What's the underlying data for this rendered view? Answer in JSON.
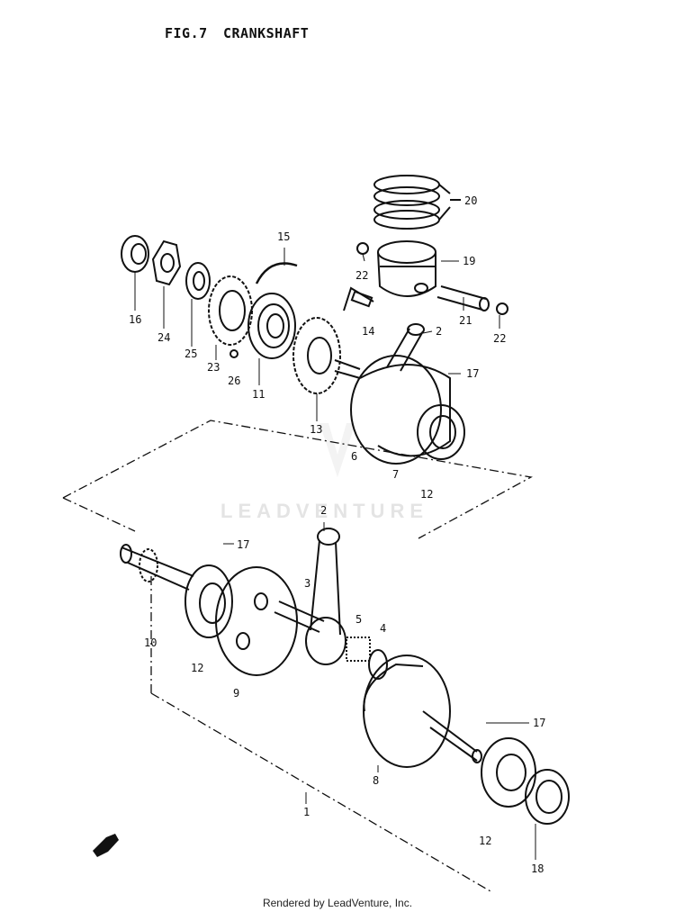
{
  "header": {
    "figure_label": "FIG.7",
    "figure_name": "CRANKSHAFT"
  },
  "watermark": "LEADVENTURE",
  "callouts": [
    "20",
    "19",
    "22",
    "22",
    "21",
    "15",
    "16",
    "24",
    "25",
    "23",
    "26",
    "11",
    "14",
    "2",
    "17",
    "13",
    "6",
    "7",
    "12",
    "2",
    "17",
    "3",
    "5",
    "4",
    "10",
    "12",
    "9",
    "17",
    "8",
    "1",
    "12",
    "18"
  ],
  "footer": "Rendered by LeadVenture, Inc.",
  "colors": {
    "ink": "#111111",
    "watermark": "#e4e4e4",
    "background": "#ffffff"
  }
}
